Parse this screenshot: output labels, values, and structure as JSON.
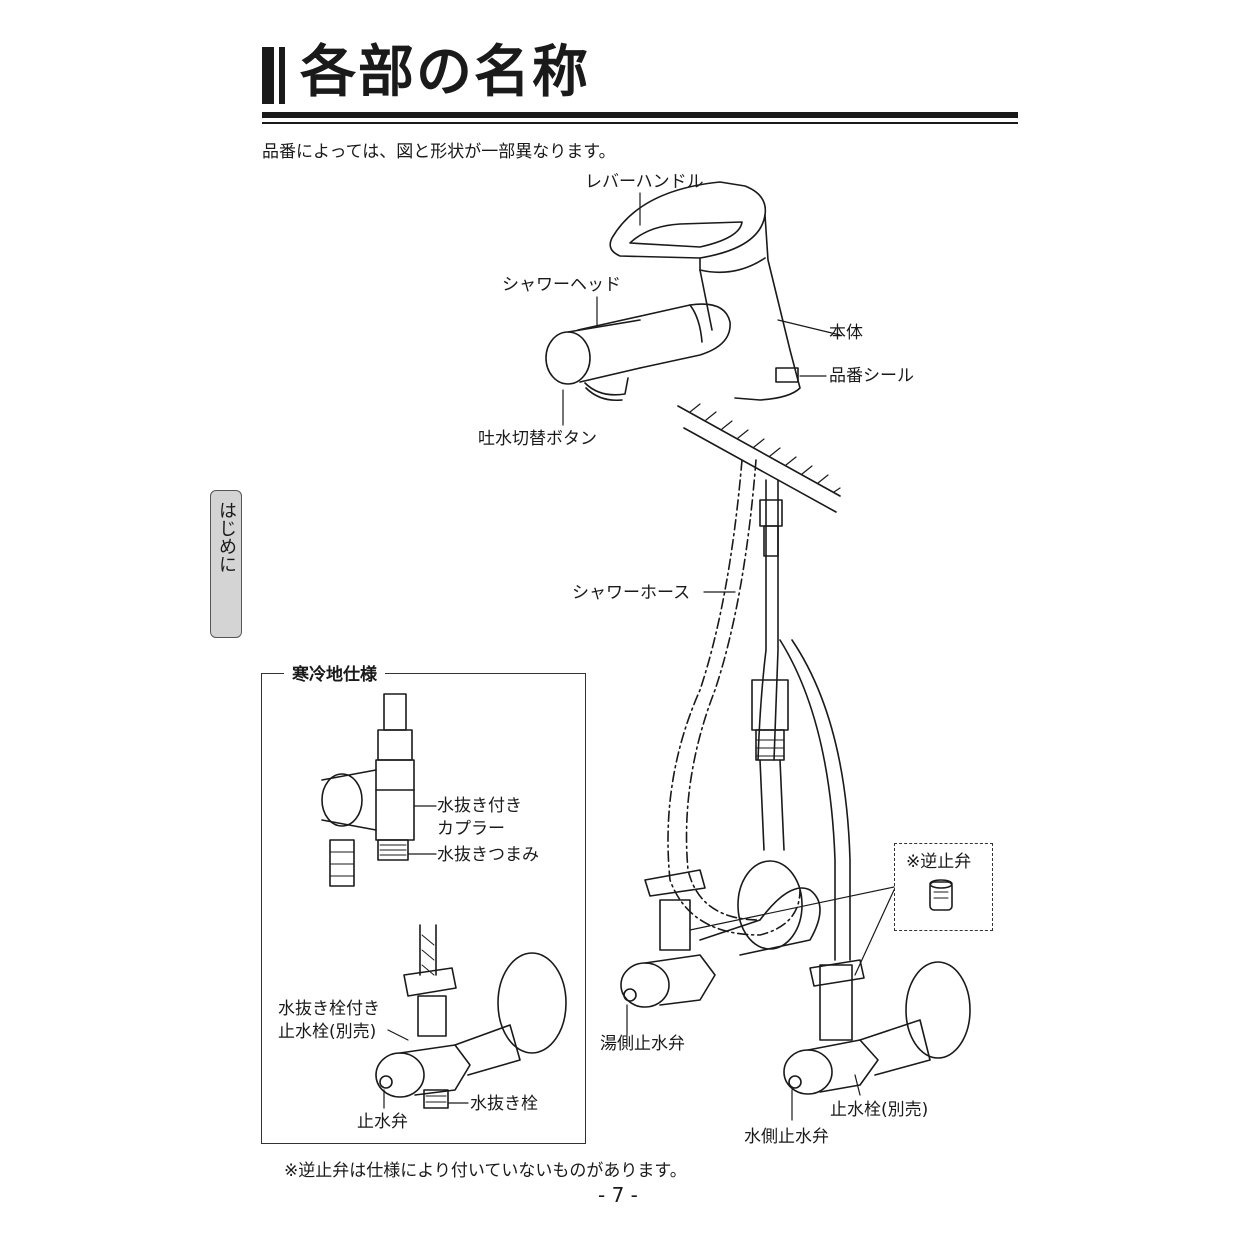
{
  "page_title": "各部の名称",
  "intro_note": "品番によっては、図と形状が一部異なります。",
  "side_tab": "はじめに",
  "labels": {
    "lever_handle": "レバーハンドル",
    "shower_head": "シャワーヘッド",
    "body": "本体",
    "model_seal": "品番シール",
    "switch_button": "吐水切替ボタン",
    "shower_hose": "シャワーホース",
    "check_valve": "※逆止弁",
    "hot_stop_valve": "湯側止水弁",
    "stop_cock": "止水栓(別売)",
    "cold_stop_valve": "水側止水弁"
  },
  "cold_region": {
    "title": "寒冷地仕様",
    "coupler_line1": "水抜き付き",
    "coupler_line2": "カプラー",
    "drain_knob": "水抜きつまみ",
    "drain_cock_line1": "水抜き栓付き",
    "drain_cock_line2": "止水栓(別売)",
    "drain_plug": "水抜き栓",
    "stop_valve": "止水弁"
  },
  "footnote": "※逆止弁は仕様により付いていないものがあります。",
  "page_number": "- 7 -"
}
